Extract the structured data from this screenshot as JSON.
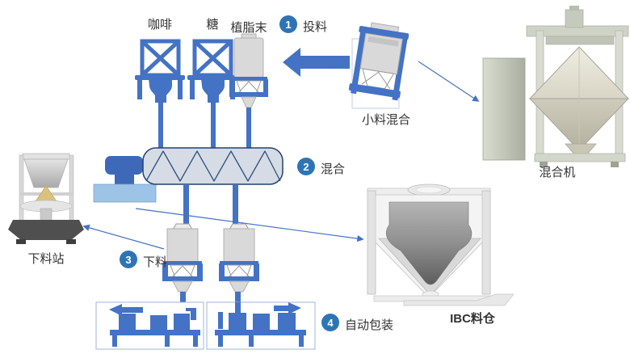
{
  "materials": {
    "coffee": "咖啡",
    "sugar": "糖",
    "creamer": "植脂末"
  },
  "steps": [
    {
      "num": "1",
      "label": "投料"
    },
    {
      "num": "2",
      "label": "混合"
    },
    {
      "num": "3",
      "label": "下料"
    },
    {
      "num": "4",
      "label": "自动包装"
    }
  ],
  "equipment": {
    "premix": "小料混合",
    "mixer": "混合机",
    "discharge_station": "下料站",
    "ibc": "IBC料仓"
  },
  "colors": {
    "primary_blue": "#4472C4",
    "badge_blue": "#2E74B5",
    "platform_blue": "#9DC3E6",
    "vessel_fill": "#D6DCE5",
    "grey_fill": "#D9D9D9"
  }
}
